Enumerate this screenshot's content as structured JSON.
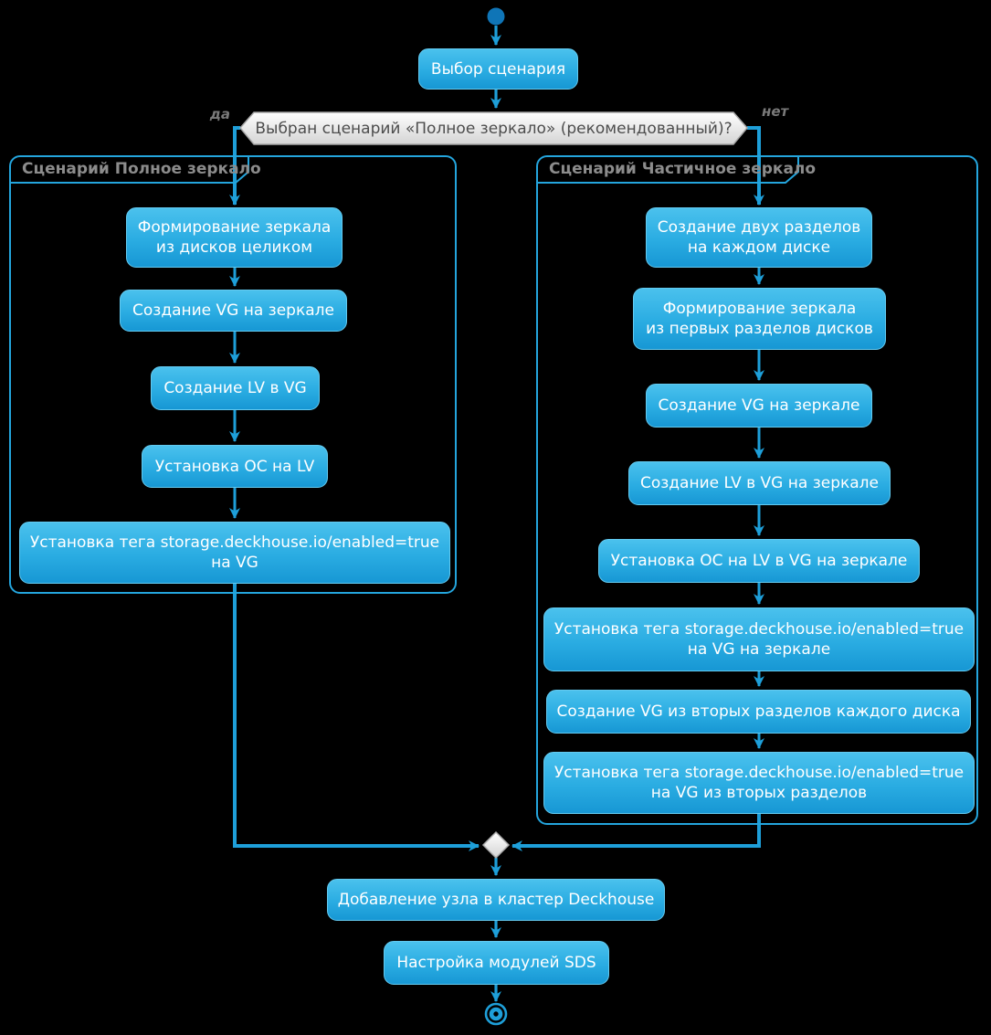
{
  "nodes": {
    "choose_scenario": "Выбор сценария",
    "decision": "Выбран сценарий «Полное зеркало» (рекомендованный)?",
    "branch_yes": "да",
    "branch_no": "нет",
    "add_node_to_cluster": "Добавление узла в кластер Deckhouse",
    "configure_sds": "Настройка модулей SDS"
  },
  "groups": {
    "full_mirror": {
      "title": "Сценарий Полное зеркало",
      "steps": [
        "Формирование зеркала\nиз дисков целиком",
        "Создание VG на зеркале",
        "Создание LV в VG",
        "Установка ОС на LV",
        "Установка тега storage.deckhouse.io/enabled=true\nна VG"
      ]
    },
    "partial_mirror": {
      "title": "Сценарий Частичное зеркало",
      "steps": [
        "Создание двух разделов\nна каждом диске",
        "Формирование зеркала\nиз первых разделов дисков",
        "Создание VG на зеркале",
        "Создание LV в VG на зеркале",
        "Установка ОС на LV в VG на зеркале",
        "Установка тега storage.deckhouse.io/enabled=true\nна VG на зеркале",
        "Создание VG из вторых разделов каждого диска",
        "Установка тега storage.deckhouse.io/enabled=true\nна VG из вторых разделов"
      ]
    }
  },
  "colors": {
    "accent_blue": "#29abe2",
    "line_blue": "#1e9fd9",
    "node_gradient_top": "#4ac1ed",
    "node_gradient_bottom": "#1797d4",
    "node_border": "#63caf0",
    "start_node_fill": "#0f75b7",
    "decision_fill_top": "#ffffff",
    "decision_fill_bottom": "#d4d4d4",
    "decision_border": "#a6a6a6",
    "decision_text": "#4d4d4d",
    "group_title_text": "#8c8c8c",
    "background": "#000000"
  }
}
